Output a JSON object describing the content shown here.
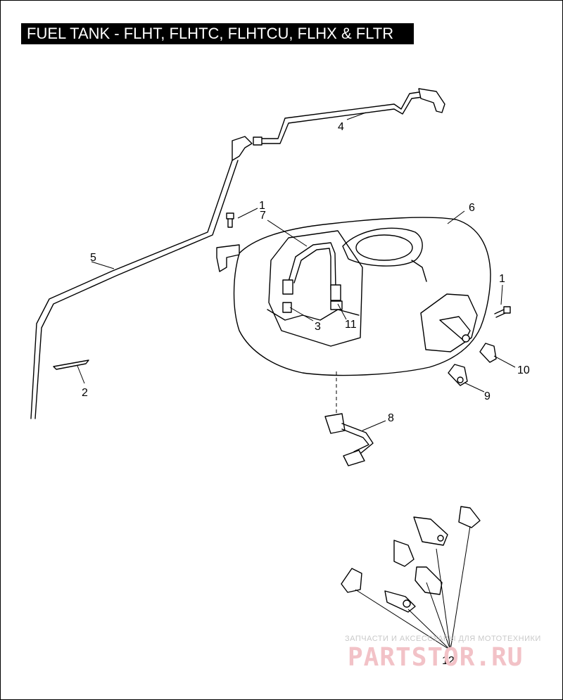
{
  "title": "FUEL TANK - FLHT, FLHTC, FLHTCU, FLHX & FLTR",
  "callouts": [
    {
      "id": "1",
      "label": "1"
    },
    {
      "id": "1b",
      "label": "1"
    },
    {
      "id": "2",
      "label": "2"
    },
    {
      "id": "3",
      "label": "3"
    },
    {
      "id": "4",
      "label": "4"
    },
    {
      "id": "5",
      "label": "5"
    },
    {
      "id": "6",
      "label": "6"
    },
    {
      "id": "7",
      "label": "7"
    },
    {
      "id": "8",
      "label": "8"
    },
    {
      "id": "9",
      "label": "9"
    },
    {
      "id": "10",
      "label": "10"
    },
    {
      "id": "11",
      "label": "11"
    },
    {
      "id": "12",
      "label": "12"
    }
  ],
  "watermark": {
    "tagline": "ЗАПЧАСТИ И АКСЕССУАРЫ ДЛЯ МОТОТЕХНИКИ",
    "logo": "PARTSTOR.RU"
  },
  "colors": {
    "line": "#000000",
    "background": "#ffffff",
    "title_bg": "#000000",
    "title_text": "#ffffff",
    "watermark": "#f2c2c7"
  }
}
